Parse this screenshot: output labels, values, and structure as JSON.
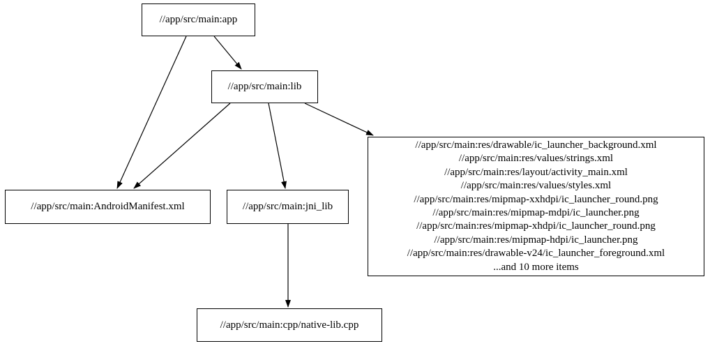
{
  "diagram": {
    "type": "dependency-graph",
    "background_color": "#ffffff",
    "stroke_color": "#000000",
    "text_color": "#000000",
    "nodes": {
      "app": {
        "label": "//app/src/main:app"
      },
      "lib": {
        "label": "//app/src/main:lib"
      },
      "manifest": {
        "label": "//app/src/main:AndroidManifest.xml"
      },
      "jni_lib": {
        "label": "//app/src/main:jni_lib"
      },
      "native_cpp": {
        "label": "//app/src/main:cpp/native-lib.cpp"
      },
      "res_files": {
        "lines": [
          "//app/src/main:res/drawable/ic_launcher_background.xml",
          "//app/src/main:res/values/strings.xml",
          "//app/src/main:res/layout/activity_main.xml",
          "//app/src/main:res/values/styles.xml",
          "//app/src/main:res/mipmap-xxhdpi/ic_launcher_round.png",
          "//app/src/main:res/mipmap-mdpi/ic_launcher.png",
          "//app/src/main:res/mipmap-xhdpi/ic_launcher_round.png",
          "//app/src/main:res/mipmap-hdpi/ic_launcher.png",
          "//app/src/main:res/drawable-v24/ic_launcher_foreground.xml",
          "...and 10 more items"
        ]
      }
    },
    "edges": [
      {
        "from": "app",
        "to": "lib"
      },
      {
        "from": "app",
        "to": "manifest"
      },
      {
        "from": "lib",
        "to": "manifest"
      },
      {
        "from": "lib",
        "to": "jni_lib"
      },
      {
        "from": "lib",
        "to": "res_files"
      },
      {
        "from": "jni_lib",
        "to": "native_cpp"
      }
    ]
  }
}
